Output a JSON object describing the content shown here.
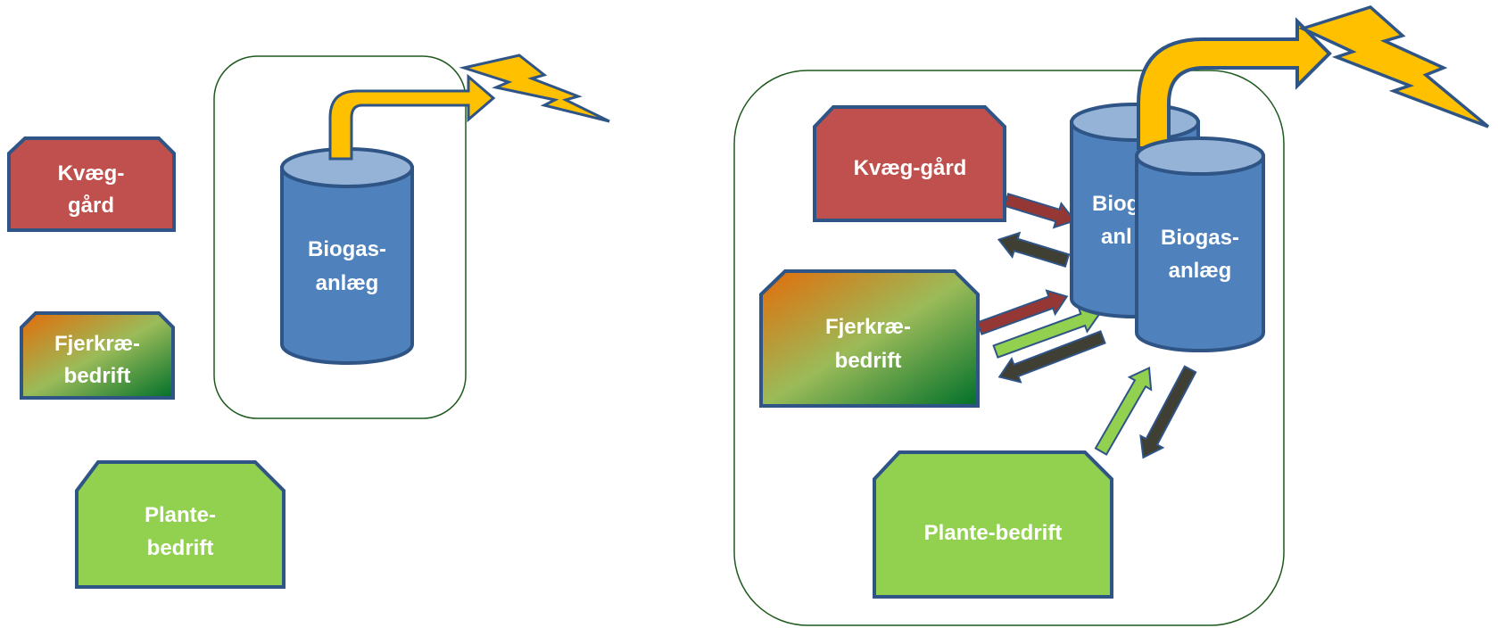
{
  "colors": {
    "frame_stroke": "#1e5a1e",
    "cylinder_fill": "#4f81bd",
    "cylinder_top": "#95b3d7",
    "cylinder_stroke": "#2f5486",
    "arrow_yellow": "#ffc000",
    "arrow_yellow_stroke": "#2f5486",
    "cattle_fill": "#c0504d",
    "poultry_gradient": [
      "#e36c09",
      "#9bbb59",
      "#00702a"
    ],
    "plant_fill": "#92d050",
    "flow_red": "#953735",
    "flow_dark": "#403f33",
    "flow_green": "#92d050"
  },
  "icons": {
    "energy": "lightning-bolt-icon",
    "output": "bent-arrow-icon"
  },
  "left": {
    "cattle": [
      "Kvæg-",
      "gård"
    ],
    "poultry": [
      "Fjerkræ-",
      "bedrift"
    ],
    "plant": [
      "Plante-",
      "bedrift"
    ],
    "biogas": [
      "Biogas-",
      "anlæg"
    ]
  },
  "right": {
    "cattle": [
      "Kvæg-gård"
    ],
    "poultry": [
      "Fjerkræ-",
      "bedrift"
    ],
    "plant": [
      "Plante-bedrift"
    ],
    "biogas_back": [
      "Biog",
      "anl"
    ],
    "biogas_front": [
      "Biogas-",
      "anlæg"
    ]
  }
}
